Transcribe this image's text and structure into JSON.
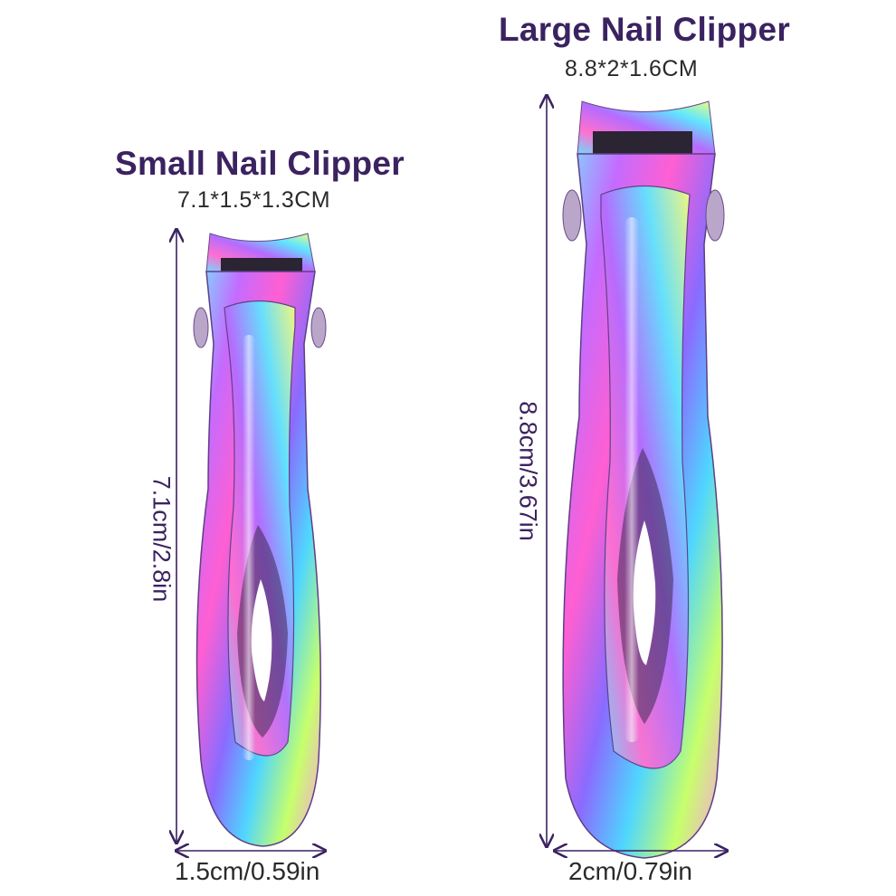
{
  "small": {
    "title": "Small Nail Clipper",
    "dims": "7.1*1.5*1.3CM",
    "length_label": "7.1cm/2.8in",
    "width_label": "1.5cm/0.59in"
  },
  "large": {
    "title": "Large Nail Clipper",
    "dims": "8.8*2*1.6CM",
    "length_label": "8.8cm/3.67in",
    "width_label": "2cm/0.79in"
  },
  "colors": {
    "title": "#3b2260",
    "arrow": "#3b2260"
  }
}
